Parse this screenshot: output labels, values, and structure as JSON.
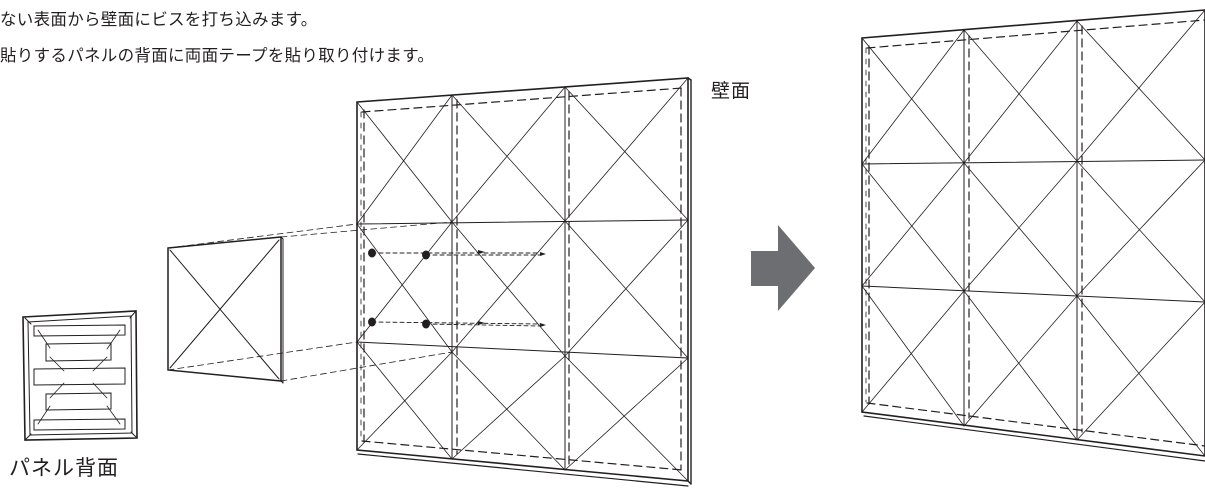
{
  "text": {
    "line1": "ない表面から壁面にビスを打ち込みます。",
    "line2": "貼りするパネルの背面に両面テープを貼り取り付けます。",
    "wall_label": "壁面",
    "panel_back_label": "パネル背面"
  },
  "colors": {
    "line": "#231f20",
    "arrow": "#6d6e71",
    "background": "#ffffff"
  },
  "icons": {
    "next_step": "right-arrow-icon"
  }
}
